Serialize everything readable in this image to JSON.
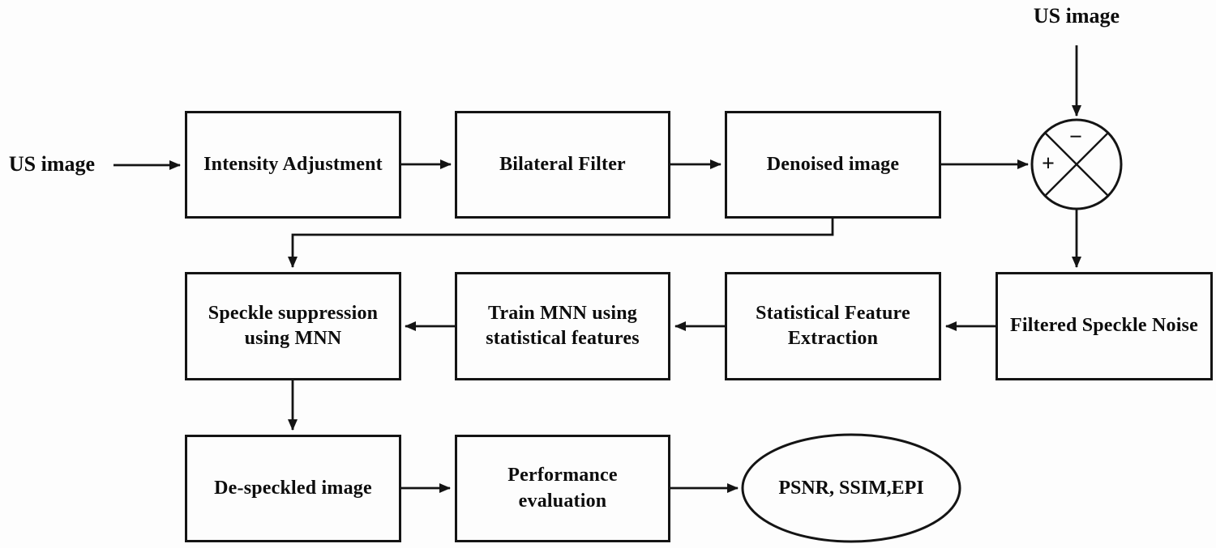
{
  "diagram": {
    "title_semantic": "US image de-speckling pipeline flowchart",
    "colors": {
      "ink": "#141414",
      "background": "#fdfdfd"
    },
    "sources": {
      "us_image_left": "US image",
      "us_image_top": "US image"
    },
    "junction": {
      "plus": "+",
      "minus": "−"
    },
    "nodes": {
      "intensity_adjustment": "Intensity Adjustment",
      "bilateral_filter": "Bilateral Filter",
      "denoised_image": "Denoised image",
      "filtered_speckle_noise": "Filtered Speckle Noise",
      "statistical_feature_extraction": "Statistical Feature\nExtraction",
      "train_mnn": "Train MNN using\nstatistical features",
      "speckle_suppression": "Speckle suppression\nusing MNN",
      "despeckled_image": "De-speckled image",
      "performance_evaluation": "Performance\nevaluation",
      "metrics": "PSNR, SSIM,EPI"
    }
  }
}
